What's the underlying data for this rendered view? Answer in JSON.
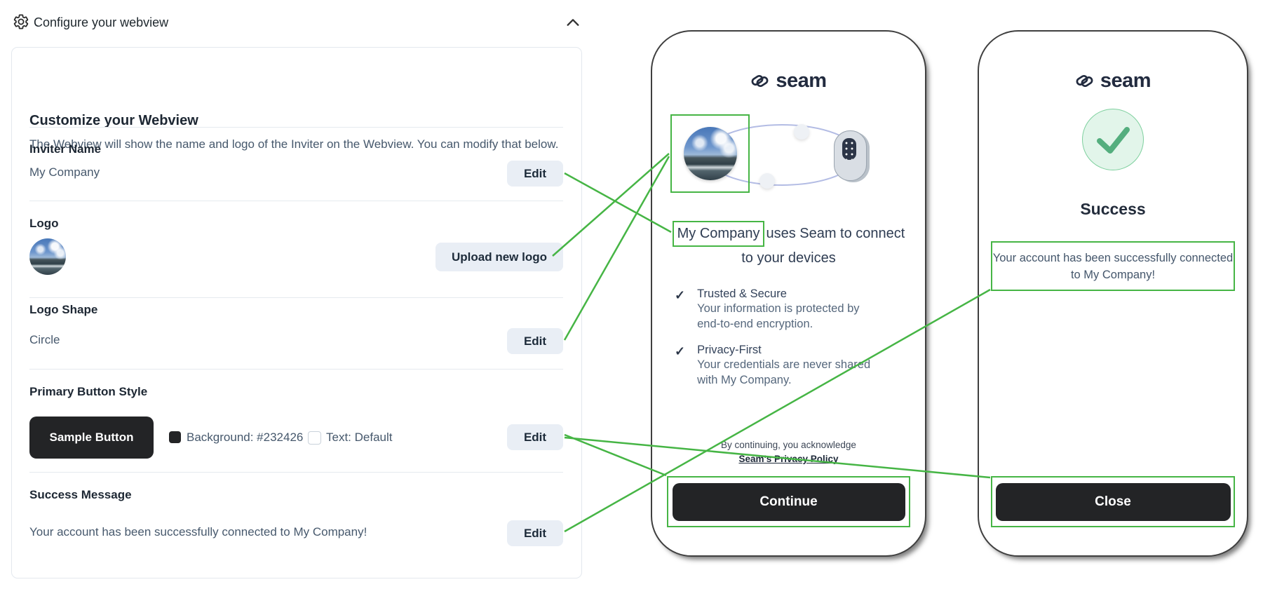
{
  "colors": {
    "annotation": "#46b545",
    "button_background": "#232426"
  },
  "header": {
    "title": "Configure your webview"
  },
  "panel": {
    "title": "Customize your Webview",
    "description": "The Webview will show the name and logo of the Inviter on the Webview. You can modify that below.",
    "inviter": {
      "label": "Inviter Name",
      "value": "My Company",
      "edit_label": "Edit"
    },
    "logo": {
      "label": "Logo",
      "upload_label": "Upload new logo"
    },
    "shape": {
      "label": "Logo Shape",
      "value": "Circle",
      "edit_label": "Edit"
    },
    "button_style": {
      "label": "Primary Button Style",
      "sample_label": "Sample Button",
      "background_label": "Background: #232426",
      "text_label": "Text: Default",
      "edit_label": "Edit"
    },
    "success": {
      "label": "Success Message",
      "value": "Your account has been successfully connected to My Company!",
      "edit_label": "Edit"
    }
  },
  "phone_connect": {
    "brand": "seam",
    "headline_company": "My Company",
    "headline_rest": "uses Seam to connect",
    "headline_line2": "to your devices",
    "features": [
      {
        "title": "Trusted & Secure",
        "description": "Your information is protected by end-to-end encryption."
      },
      {
        "title": "Privacy-First",
        "description": "Your credentials are never shared with My Company."
      }
    ],
    "legal_line": "By continuing, you acknowledge",
    "legal_link": "Seam's Privacy Policy",
    "button": "Continue"
  },
  "phone_success": {
    "brand": "seam",
    "title": "Success",
    "message_line1": "Your account has been successfully connected",
    "message_line2": "to My Company!",
    "button": "Close"
  }
}
